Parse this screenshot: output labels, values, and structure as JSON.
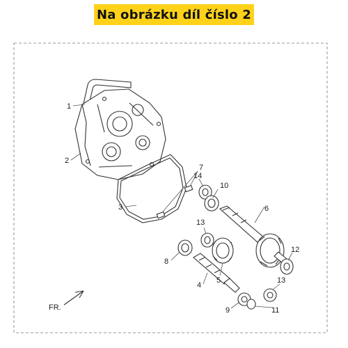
{
  "banner": {
    "text": "Na obrázku díl číslo 2",
    "color": "#ffd21a"
  },
  "diagram": {
    "direction_label": "FR.",
    "callouts": [
      "1",
      "2",
      "3",
      "4",
      "5",
      "6",
      "7",
      "8",
      "9",
      "10",
      "11",
      "12",
      "13",
      "13",
      "14"
    ]
  }
}
